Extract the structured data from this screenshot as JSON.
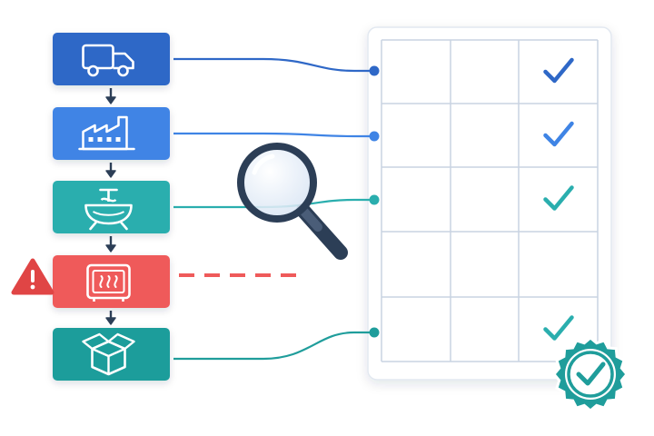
{
  "colors": {
    "navy": "#2c3e56",
    "blue_dark": "#2f68c7",
    "blue": "#3f84e5",
    "teal": "#2aaeae",
    "teal_dark": "#1f9d9b",
    "red": "#ef5a5a",
    "red_dark": "#e04b4b",
    "grid": "#c9d3e2",
    "panel_border": "#e2e8f0"
  },
  "steps": [
    {
      "id": "transport",
      "icon": "truck-icon",
      "color": "#2f68c7",
      "linked": true
    },
    {
      "id": "factory",
      "icon": "factory-icon",
      "color": "#3f84e5",
      "linked": true
    },
    {
      "id": "processing",
      "icon": "mixing-tank-icon",
      "color": "#2aaeae",
      "linked": true
    },
    {
      "id": "heating",
      "icon": "oven-icon",
      "color": "#ef5a5a",
      "linked": false,
      "warning": true
    },
    {
      "id": "packaging",
      "icon": "box-icon",
      "color": "#1f9d9b",
      "linked": true
    }
  ],
  "checklist": {
    "rows": 5,
    "cols": 3,
    "checks": [
      {
        "row": 0,
        "color": "#2f68c7"
      },
      {
        "row": 1,
        "color": "#3f84e5"
      },
      {
        "row": 2,
        "color": "#2aaeae"
      },
      {
        "row": 4,
        "color": "#2aaeae"
      }
    ]
  },
  "icons": {
    "magnifier": "magnifier-icon",
    "warning": "warning-icon",
    "seal": "verified-seal-icon"
  }
}
